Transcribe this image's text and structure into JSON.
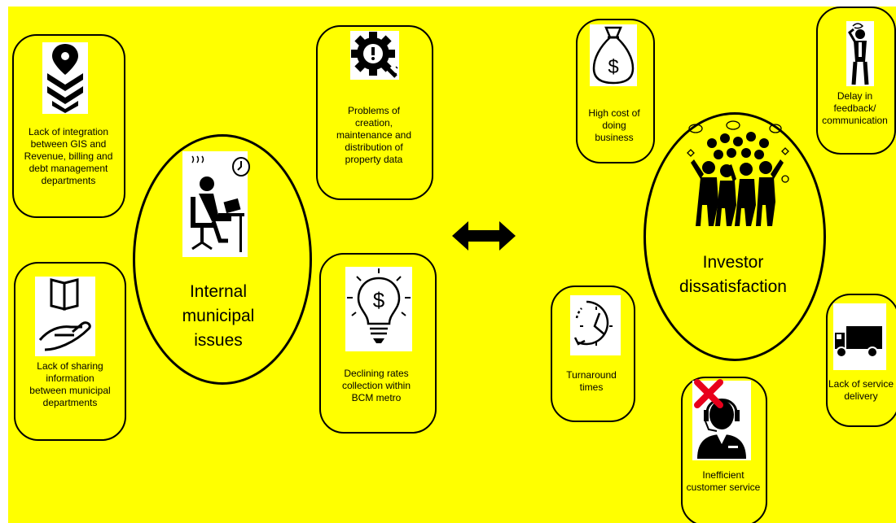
{
  "diagram": {
    "background_color": "#ffff00",
    "left_group": {
      "center": {
        "label": "Internal\nmunicipal\nissues",
        "icon": "person-at-laptop-icon"
      },
      "items": [
        {
          "id": "gis",
          "label": "Lack of integration\nbetween GIS and\nRevenue, billing and\ndebt management\ndepartments",
          "icon": "layers-location-icon"
        },
        {
          "id": "property-data",
          "label": "Problems of\ncreation,\nmaintenance and\ndistribution of\nproperty data",
          "icon": "gear-wrench-icon"
        },
        {
          "id": "sharing",
          "label": "Lack of sharing\ninformation\nbetween municipal\ndepartments",
          "icon": "book-hand-icon"
        },
        {
          "id": "rates",
          "label": "Declining rates\ncollection within\nBCM metro",
          "icon": "lightbulb-dollar-icon"
        }
      ]
    },
    "connector": "double-arrow-icon",
    "right_group": {
      "center": {
        "label": "Investor\ndissatisfaction",
        "icon": "angry-crowd-icon"
      },
      "items": [
        {
          "id": "cost",
          "label": "High cost of\ndoing\nbusiness",
          "icon": "money-bag-icon"
        },
        {
          "id": "feedback",
          "label": "Delay in\nfeedback/\ncommunication",
          "icon": "stressed-person-icon"
        },
        {
          "id": "turnaround",
          "label": "Turnaround\ntimes",
          "icon": "clock-icon"
        },
        {
          "id": "service-delivery",
          "label": "Lack of service\ndelivery",
          "icon": "truck-icon"
        },
        {
          "id": "customer-service",
          "label": "Inefficient\ncustomer service",
          "icon": "support-agent-crossed-icon"
        }
      ]
    }
  }
}
